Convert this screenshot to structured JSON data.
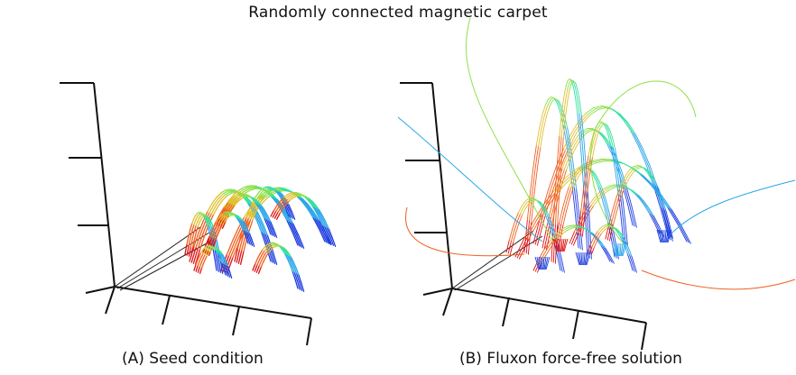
{
  "title": "Randomly connected magnetic carpet",
  "panels": [
    {
      "id": "A",
      "caption": "(A) Seed condition"
    },
    {
      "id": "B",
      "caption": "(B) Fluxon force-free solution"
    }
  ],
  "colors": {
    "axis": "#111111",
    "colormap": [
      "#1f3fe0",
      "#2aa6e8",
      "#36e0a0",
      "#8ee04a",
      "#e0c030",
      "#f06020",
      "#e01010"
    ]
  }
}
